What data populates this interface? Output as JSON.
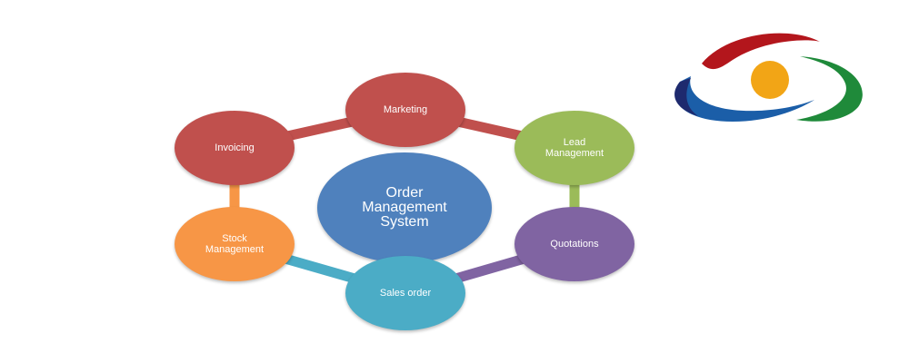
{
  "diagram": {
    "center": {
      "label": "Order\nManagement\nSystem",
      "color": "#4F81BD"
    },
    "nodes": [
      {
        "id": "marketing",
        "label": "Marketing",
        "color": "#C0504D"
      },
      {
        "id": "lead-management",
        "label": "Lead\nManagement",
        "color": "#9BBB59"
      },
      {
        "id": "quotations",
        "label": "Quotations",
        "color": "#8064A2"
      },
      {
        "id": "sales-order",
        "label": "Sales order",
        "color": "#4BACC6"
      },
      {
        "id": "stock-management",
        "label": "Stock\nManagement",
        "color": "#F79646"
      },
      {
        "id": "invoicing",
        "label": "Invoicing",
        "color": "#C0504D"
      }
    ],
    "connectors": [
      {
        "from": "marketing",
        "to": "lead-management",
        "color": "#C0504D"
      },
      {
        "from": "lead-management",
        "to": "quotations",
        "color": "#9BBB59"
      },
      {
        "from": "quotations",
        "to": "sales-order",
        "color": "#8064A2"
      },
      {
        "from": "sales-order",
        "to": "stock-management",
        "color": "#4BACC6"
      },
      {
        "from": "stock-management",
        "to": "invoicing",
        "color": "#F79646"
      },
      {
        "from": "invoicing",
        "to": "marketing",
        "color": "#C0504D"
      }
    ]
  },
  "logo": {
    "colors": {
      "red": "#B3161C",
      "blue": "#1B5EA8",
      "green": "#1F8A3A",
      "navy": "#1E2A6E",
      "sun": "#F2A516"
    }
  }
}
